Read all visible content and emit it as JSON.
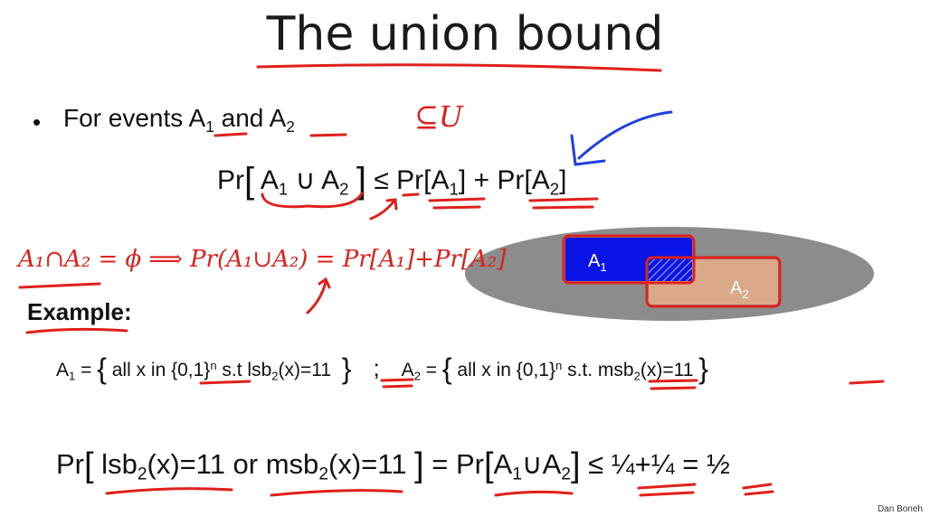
{
  "slide": {
    "title": "The union bound",
    "bullet": "•",
    "bullet_text": {
      "prefix": "For events ",
      "a1": "A",
      "a1_sub": "1",
      "mid": " and ",
      "a2": "A",
      "a2_sub": "2"
    },
    "formula": {
      "pr": "Pr",
      "lb": "[",
      "a": "A",
      "s1": "1",
      "cup": " ∪ ",
      "s2": "2",
      "rb": "]",
      "leq": " ≤ ",
      "pr1": "Pr[A",
      "pr1_end": "]",
      "plus": " + ",
      "pr2": "Pr[A",
      "pr2_end": "]"
    },
    "venn": {
      "a1": "A",
      "a1_sub": "1",
      "a2": "A",
      "a2_sub": "2"
    },
    "example_label": "Example:",
    "def1": {
      "lhs": "A",
      "lhs_sub": "1",
      "eq": " = ",
      "lbrace": "{",
      "body1": " all x in ",
      "set": "{0,1}",
      "sup": "n",
      "body2": " s.t  lsb",
      "fsub": "2",
      "body3": "(x)=",
      "val": "11",
      "rbrace": "}"
    },
    "sep": ";",
    "def2": {
      "lhs": "A",
      "lhs_sub": "2",
      "eq": " = ",
      "lbrace": "{",
      "body1": " all x in ",
      "set": "{0,1}",
      "sup": "n",
      "body2": " s.t.  msb",
      "fsub": "2",
      "body3": "(x)=",
      "val": "11",
      "rbrace": "}"
    },
    "formula2": {
      "pr": "Pr",
      "lb": "[",
      "lsb": " lsb",
      "lsb_sub": "2",
      "lsb_rest": "(x)=11",
      "or": " or ",
      "msb": "msb",
      "msb_sub": "2",
      "msb_rest": "(x)=11 ",
      "rb": "]",
      "eq": " = Pr",
      "lb2": "[",
      "a1": "A",
      "a1_sub": "1",
      "cup": "∪",
      "a2": "A",
      "a2_sub": "2",
      "rb2": "]",
      "leq": "  ≤  ",
      "sum": "¼+¼",
      "eq2": "  =  ",
      "half": "½"
    },
    "credit": "Dan Boneh"
  },
  "annotations": {
    "subset": "⊆U",
    "disjoint": "A₁∩A₂ = ϕ ⟹ Pr(A₁∪A₂) = Pr[A₁]+Pr[A₂]"
  },
  "colors": {
    "ink_red": "#e0201b",
    "ink_blue": "#1f3fe0",
    "ellipse": "#8c8c8c",
    "a1_fill": "#0a14e6",
    "a2_fill": "#d9a98a",
    "text": "#111111"
  }
}
